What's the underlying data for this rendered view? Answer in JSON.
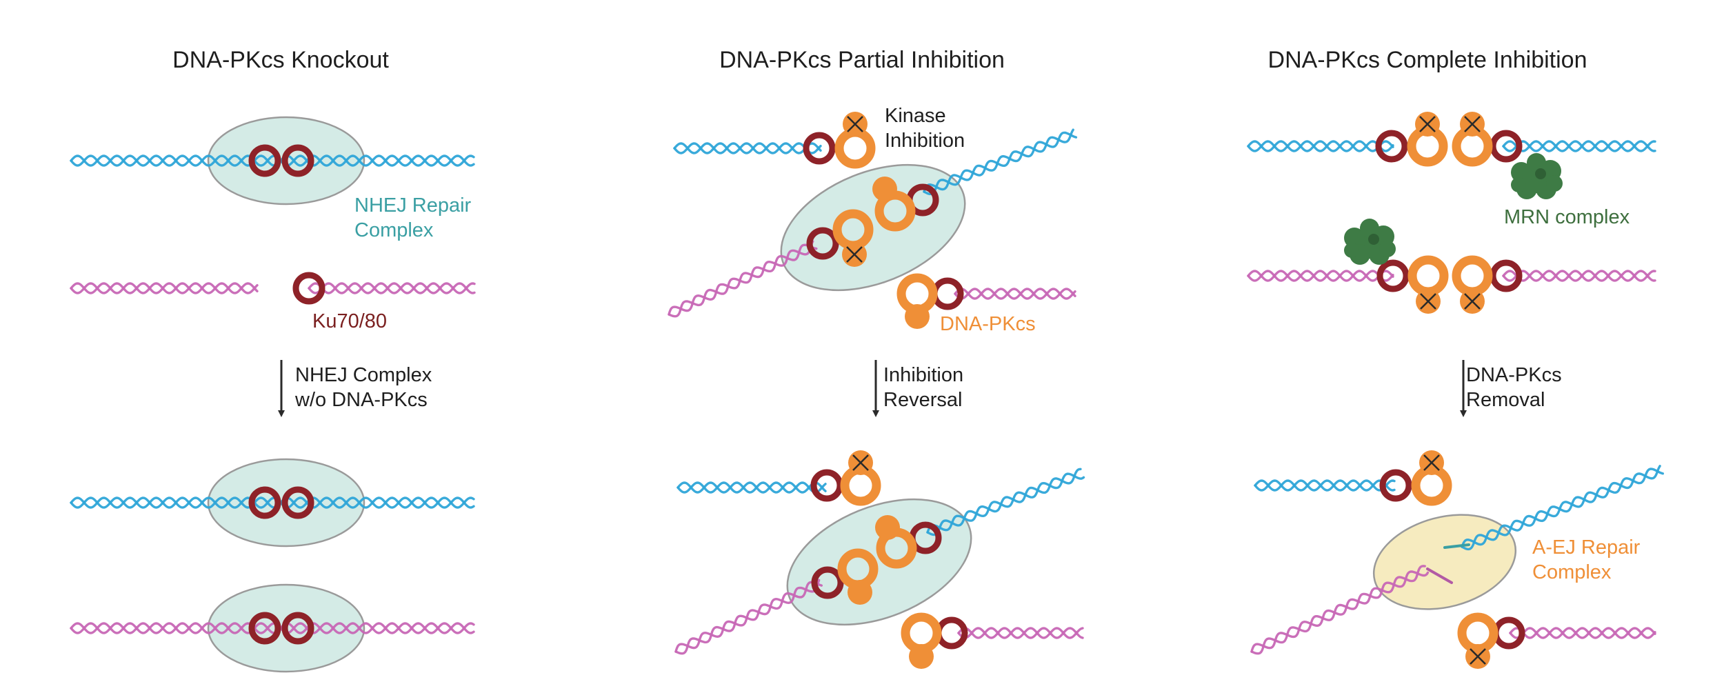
{
  "panels": [
    {
      "title": "DNA-PKcs Knockout",
      "arrow_label": [
        "NHEJ Complex",
        "w/o DNA-PKcs"
      ]
    },
    {
      "title": "DNA-PKcs Partial Inhibition",
      "arrow_label": [
        "Inhibition",
        "Reversal"
      ]
    },
    {
      "title": "DNA-PKcs Complete Inhibition",
      "arrow_label": [
        "DNA-PKcs",
        "Removal"
      ]
    }
  ],
  "labels": {
    "nhej_repair_complex": [
      "NHEJ Repair",
      "Complex"
    ],
    "ku": "Ku70/80",
    "kinase_inhibition": [
      "Kinase",
      "Inhibition"
    ],
    "dna_pkcs": "DNA-PKcs",
    "mrn_complex": "MRN complex",
    "aej_repair_complex": [
      "A-EJ Repair",
      "Complex"
    ]
  },
  "colors": {
    "dna_blue": "#2ea5d8",
    "dna_pink": "#c767b5",
    "nhej_oval_fill": "#d4ebe6",
    "aej_oval_fill": "#f6ebbf",
    "ku_ring": "#8e2228",
    "dna_pkcs": "#ef8f37",
    "mrn": "#3e7b45",
    "text": "#1e1e1e",
    "label_teal": "#3a9fa3",
    "label_maroon": "#7a1f1f",
    "label_orange": "#ef8f37",
    "label_green": "#3e6f3e"
  },
  "icons": [
    "ku70-80-ring-icon",
    "dna-pkcs-icon",
    "inhibition-x-icon",
    "mrn-complex-icon",
    "dna-double-helix-icon",
    "down-arrow-icon"
  ]
}
